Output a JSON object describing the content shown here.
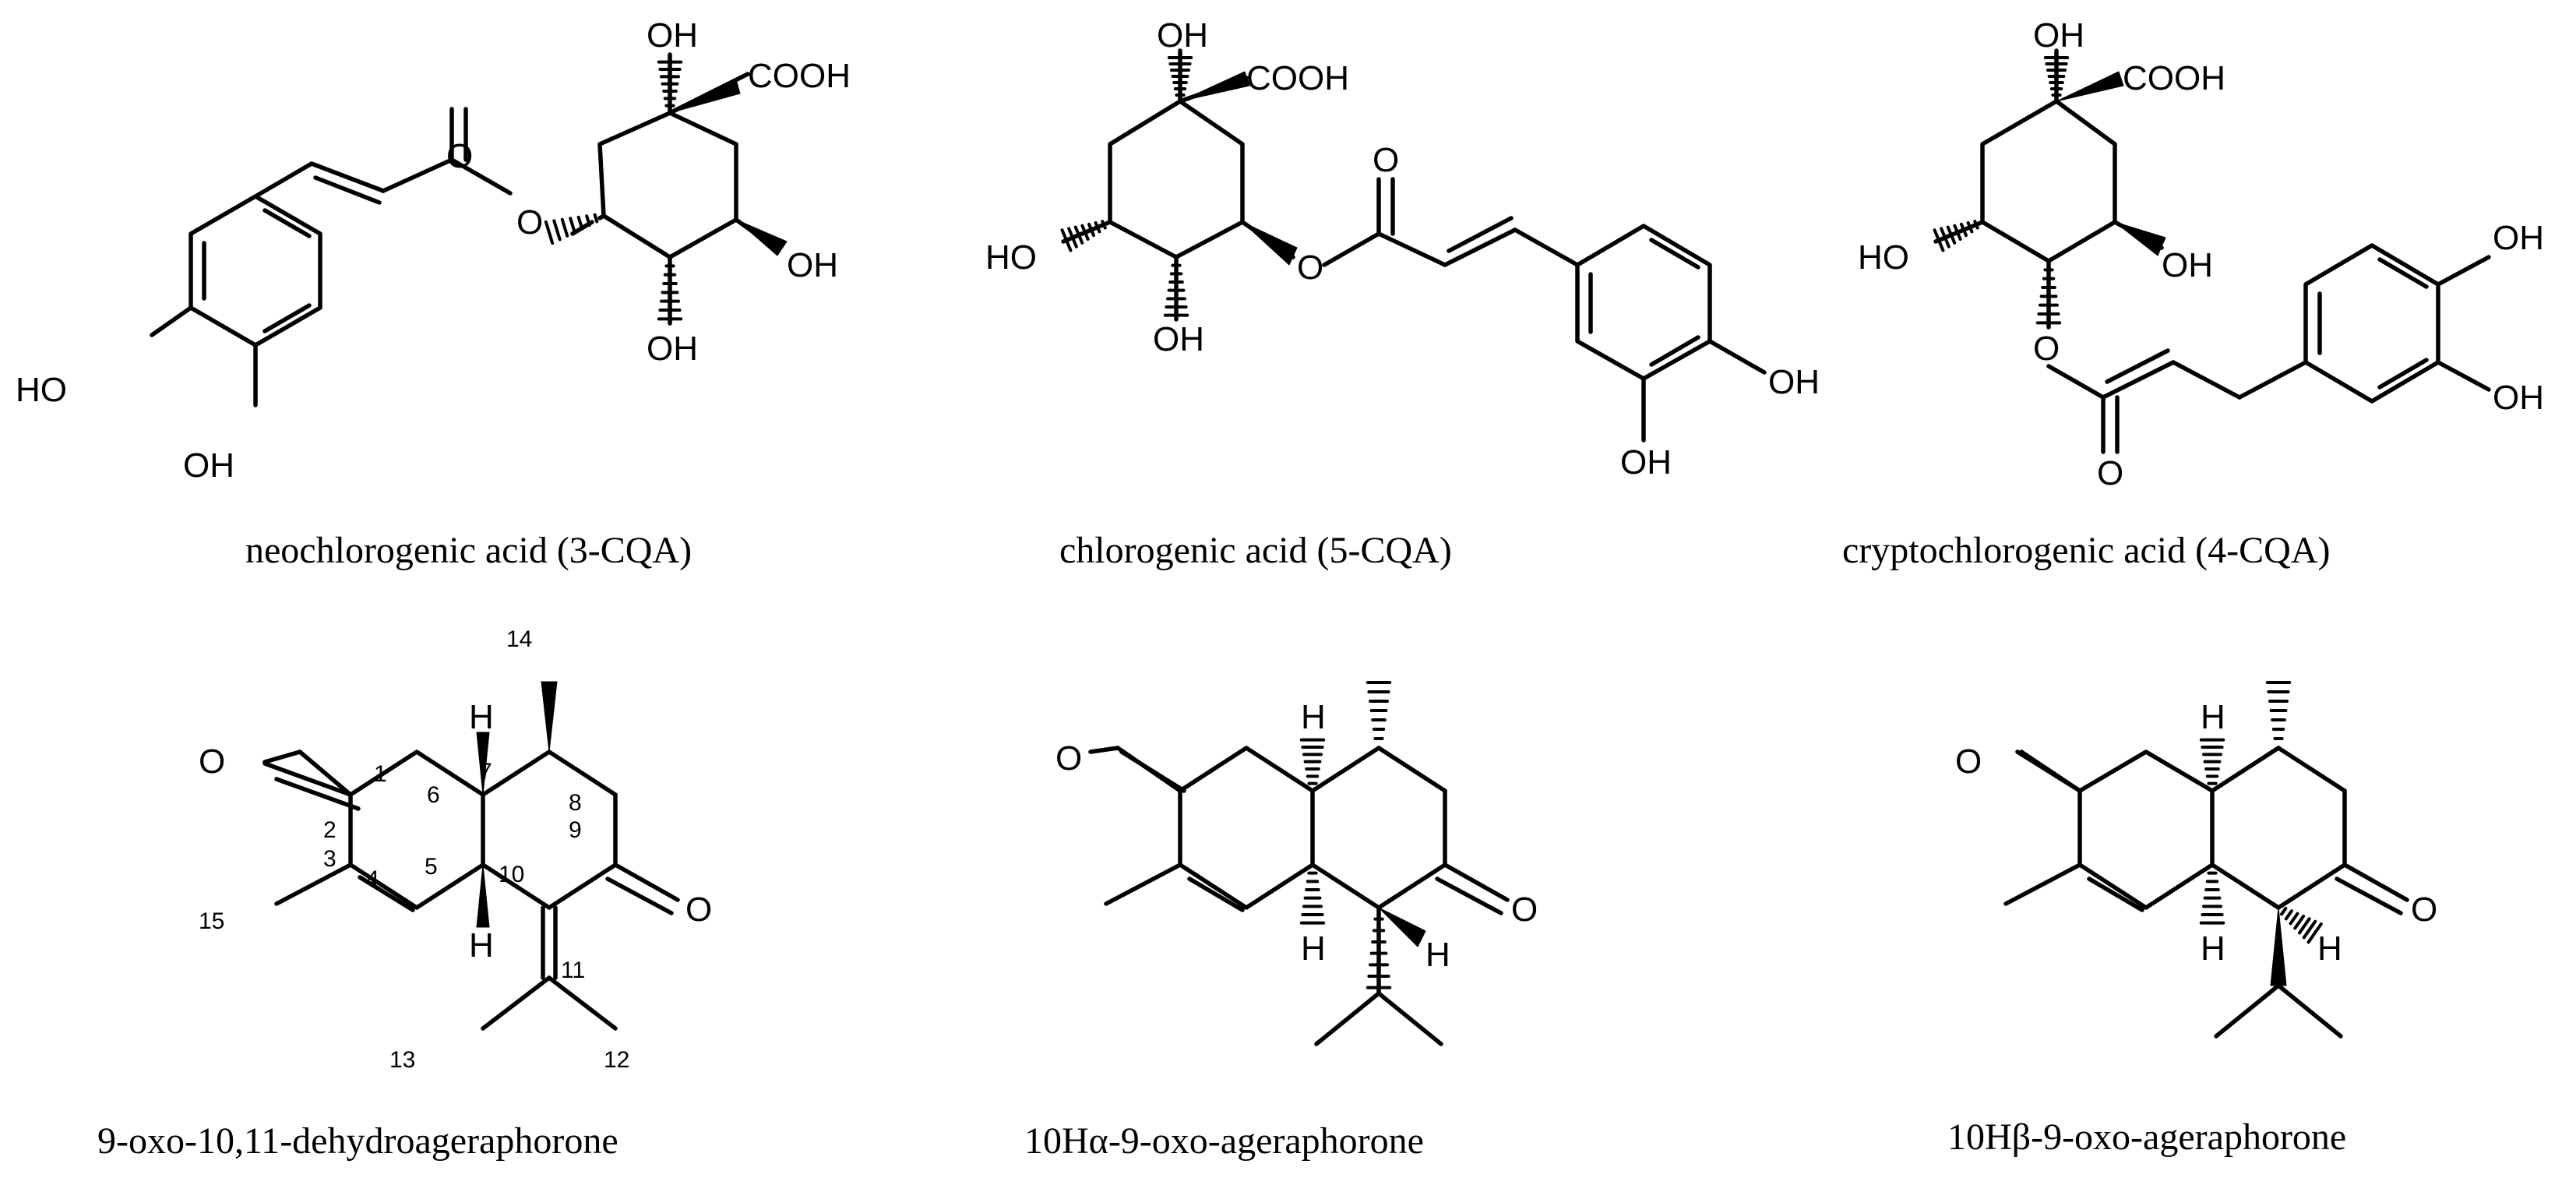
{
  "captions": {
    "neochlorogenic": "neochlorogenic acid (3-CQA)",
    "chlorogenic": "chlorogenic acid (5-CQA)",
    "cryptochlorogenic": "cryptochlorogenic acid (4-CQA)",
    "dehydroageraphorone": "9-oxo-10,11-dehydroageraphorone",
    "alpha": "10Hα-9-oxo-ageraphorone",
    "beta": "10Hβ-9-oxo-ageraphorone"
  },
  "atoms": {
    "OH": "OH",
    "HO": "HO",
    "COOH": "COOH",
    "O": "O",
    "H": "H"
  },
  "numbering": [
    "1",
    "2",
    "3",
    "4",
    "5",
    "6",
    "7",
    "8",
    "9",
    "10",
    "11",
    "12",
    "13",
    "14",
    "15"
  ]
}
